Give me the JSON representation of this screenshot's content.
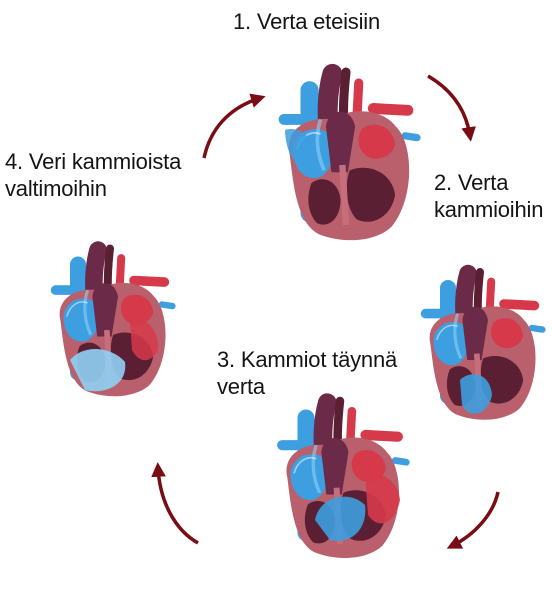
{
  "steps": [
    {
      "lines": [
        "1. Verta eteisiin"
      ],
      "image": "heart-atria-filling"
    },
    {
      "lines": [
        "2. Verta",
        "kammioihin"
      ],
      "image": "heart-ventricles-filling"
    },
    {
      "lines": [
        "3. Kammiot täynnä",
        "verta"
      ],
      "image": "heart-ventricles-full"
    },
    {
      "lines": [
        "4. Veri kammioista",
        "valtimoihin"
      ],
      "image": "heart-ventricles-ejecting"
    }
  ],
  "arrows": {
    "count": 4,
    "direction": "clockwise",
    "color": "#7a0c14"
  },
  "colors": {
    "myocardium": "#b9606c",
    "myocardium_dark": "#7e2e3e",
    "oxygenated": "#d63a4a",
    "deoxygenated": "#3d9ee0",
    "deoxygenated_light": "#8fd0f5",
    "chamber_dark": "#5a1f32"
  }
}
